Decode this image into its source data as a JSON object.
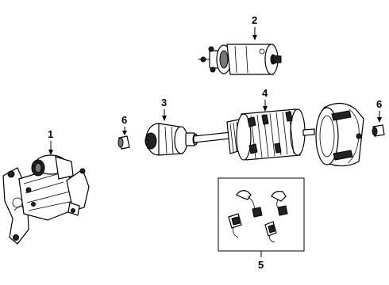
{
  "callouts": {
    "c1": "1",
    "c2": "2",
    "c3": "3",
    "c4": "4",
    "c5": "5",
    "c6_left": "6",
    "c6_right": "6"
  }
}
